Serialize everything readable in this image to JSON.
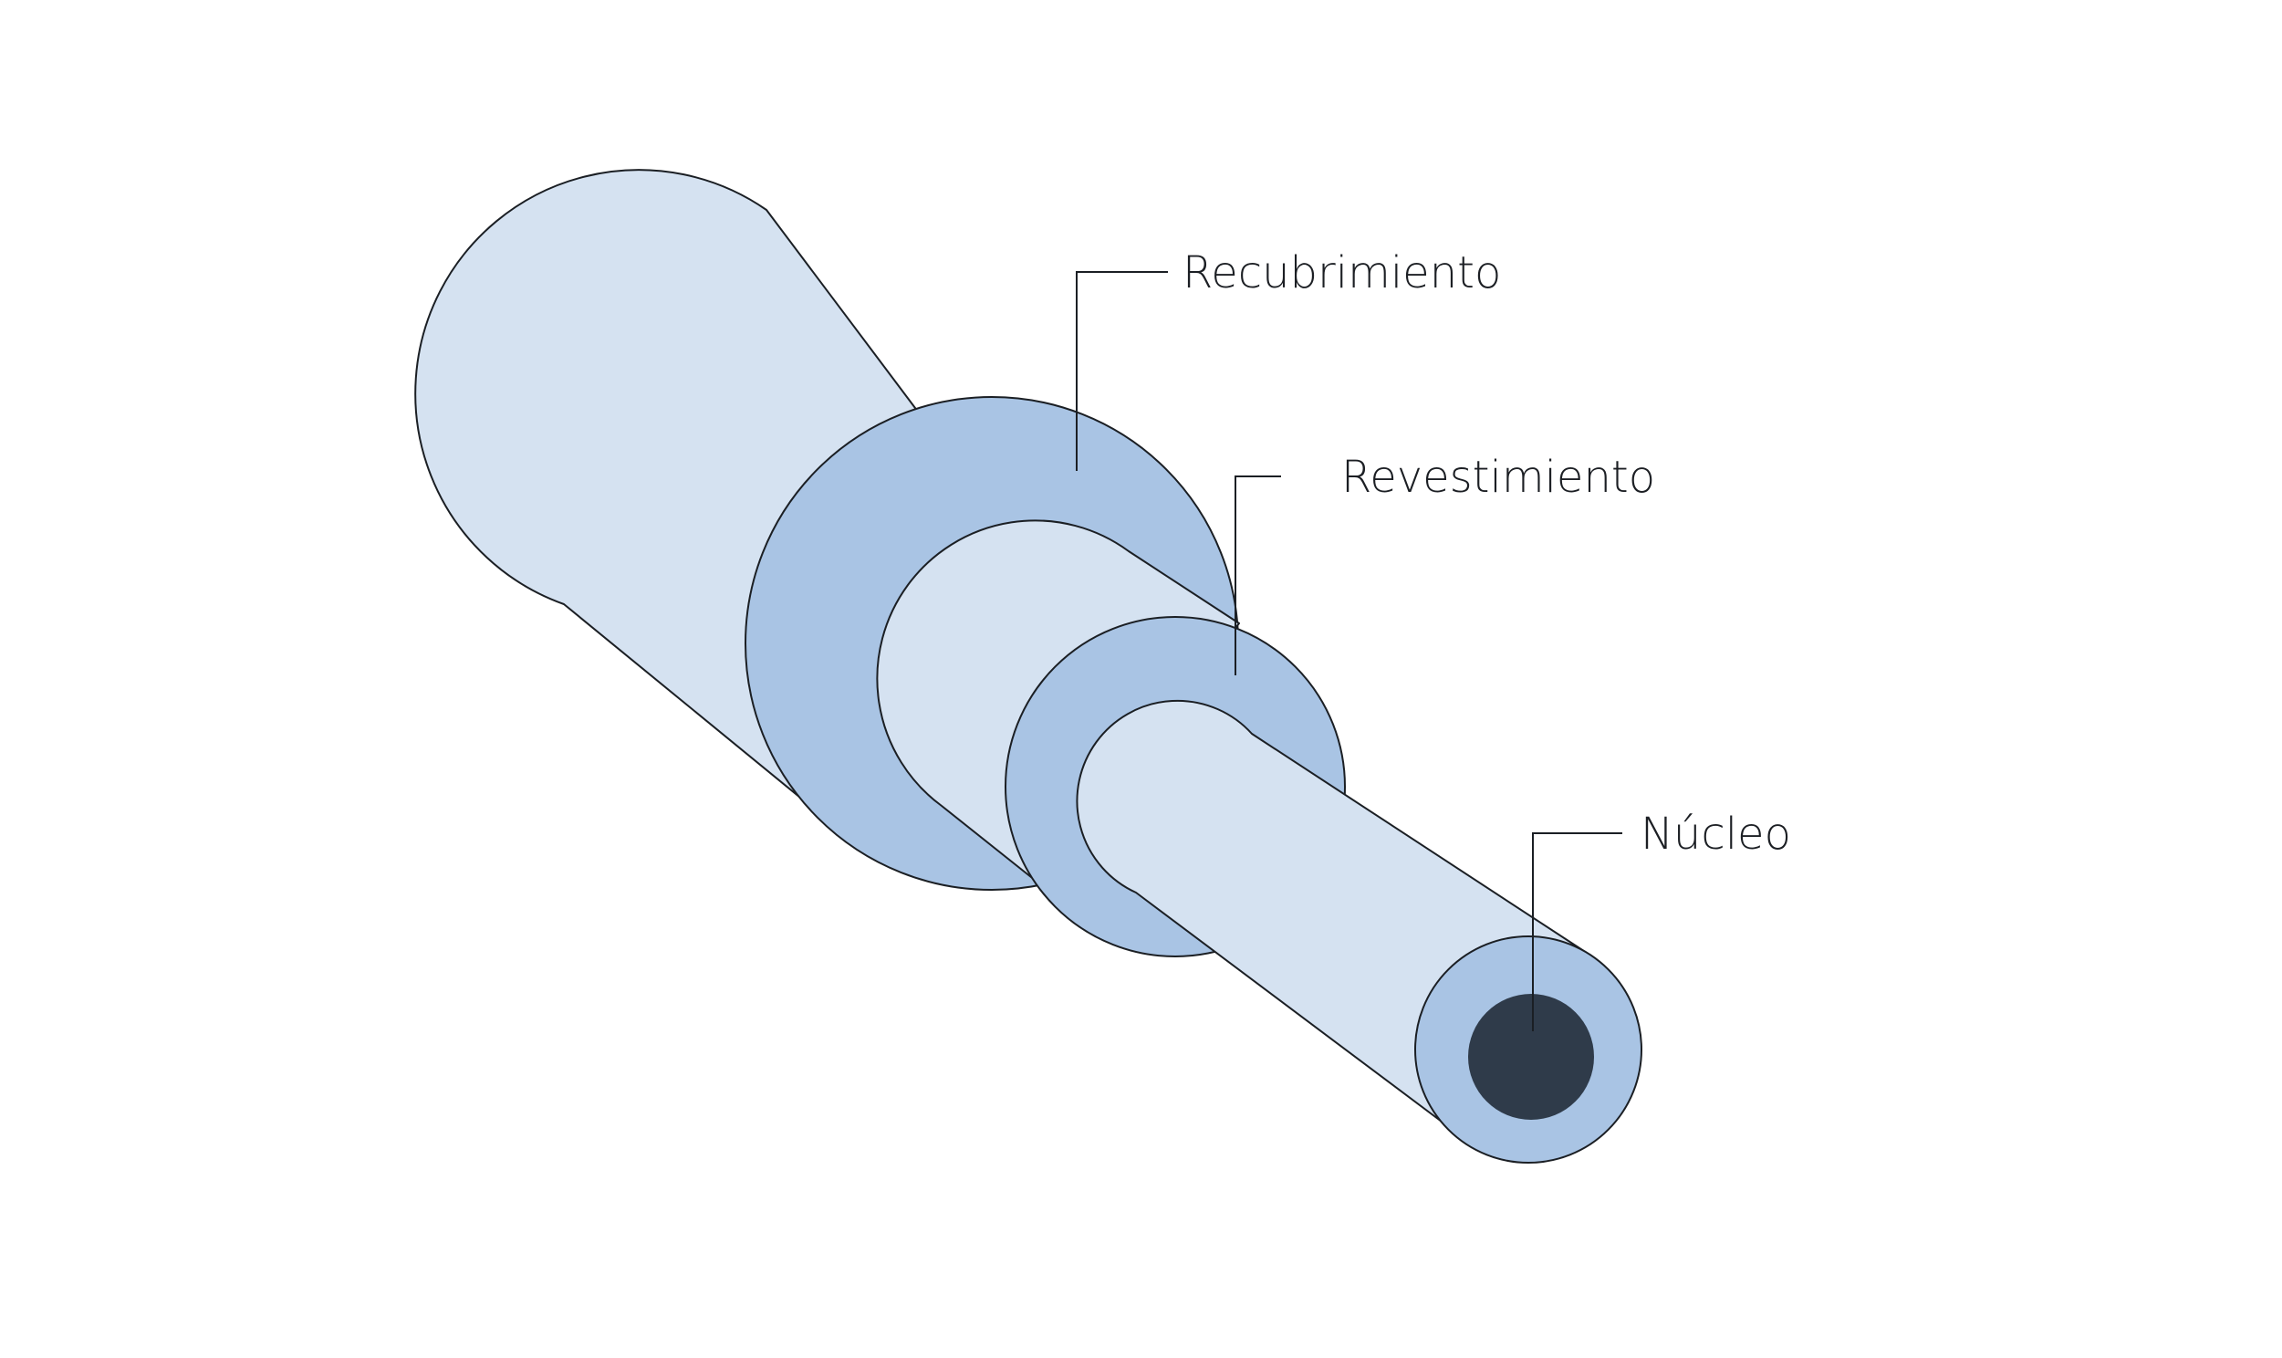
{
  "labels": {
    "coating": "Recubrimiento",
    "cladding": "Revestimiento",
    "core": "Núcleo"
  },
  "colors": {
    "light_fill": "#d5e2f1",
    "mid_fill": "#a9c4e4",
    "core_fill": "#2f3b4a",
    "stroke": "#1b1f24",
    "background": "#ffffff"
  }
}
